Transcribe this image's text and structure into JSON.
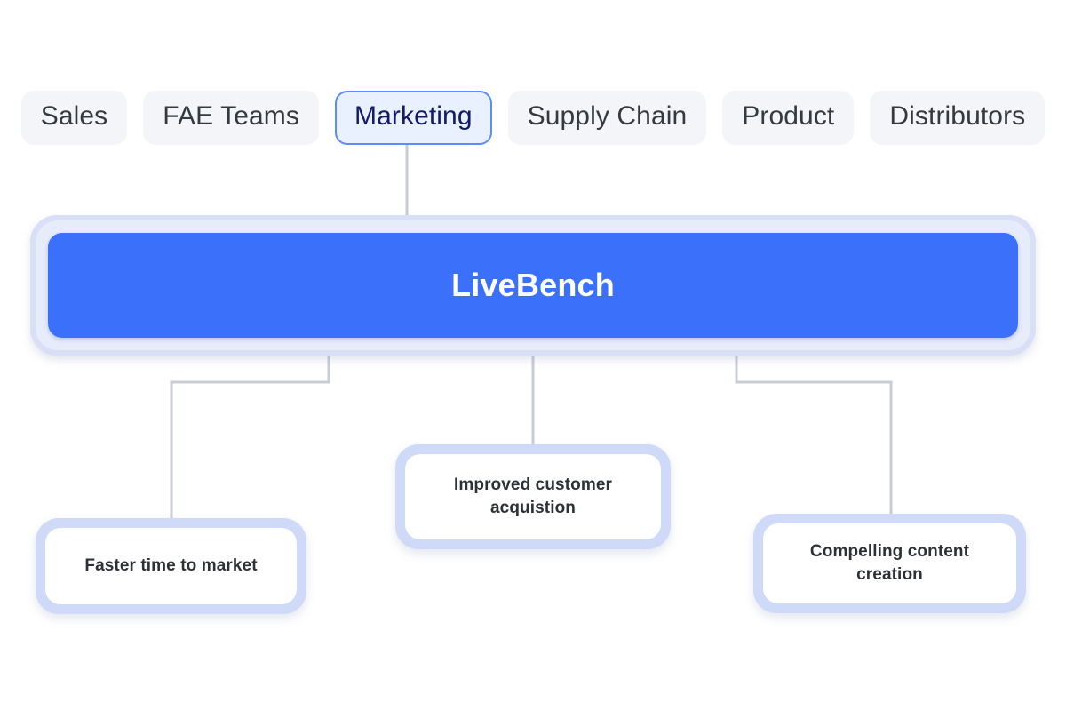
{
  "theme": {
    "accent_blue": "#3b70fb",
    "active_tab_border": "#5b8cf7",
    "active_tab_text": "#111a6b",
    "frame_lavender": "#cedaf7",
    "connector_gray": "#c8ccd4",
    "background": "#ffffff"
  },
  "tabs": [
    {
      "label": "Sales",
      "active": false
    },
    {
      "label": "FAE Teams",
      "active": false
    },
    {
      "label": "Marketing",
      "active": true
    },
    {
      "label": "Supply Chain",
      "active": false
    },
    {
      "label": "Product",
      "active": false
    },
    {
      "label": "Distributors",
      "active": false
    }
  ],
  "banner": {
    "title": "LiveBench"
  },
  "benefits": [
    {
      "label": "Faster time to market"
    },
    {
      "label": "Improved customer acquistion"
    },
    {
      "label": "Compelling content creation"
    }
  ],
  "chart_data": {
    "type": "diagram",
    "title": "LiveBench",
    "selected_branch": "Marketing",
    "branches": [
      "Sales",
      "FAE Teams",
      "Marketing",
      "Supply Chain",
      "Product",
      "Distributors"
    ],
    "children": [
      "Faster time to market",
      "Improved customer acquistion",
      "Compelling content creation"
    ]
  }
}
